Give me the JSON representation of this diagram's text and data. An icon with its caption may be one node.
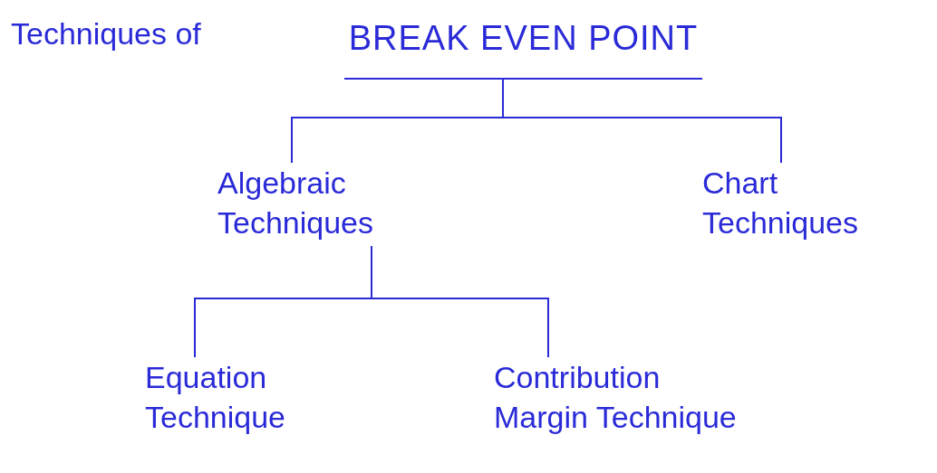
{
  "diagram": {
    "nodes": [
      {
        "text": [
          "BREAK EVEN POINT"
        ]
      },
      {
        "text": [
          "Algebraic Techniques"
        ]
      },
      {
        "text": [
          "Chart Techniques"
        ]
      },
      {
        "text": [
          "Equation Technique"
        ]
      },
      {
        "text": [
          "Contribution Margin Technique"
        ]
      }
    ],
    "edges": [
      {
        "from": 0,
        "to": 1,
        "arrow": "none"
      },
      {
        "from": 0,
        "to": 2,
        "arrow": "none"
      },
      {
        "from": 1,
        "to": 3,
        "arrow": "none"
      },
      {
        "from": 1,
        "to": 4,
        "arrow": "none"
      }
    ],
    "labels": [
      "Techniques of"
    ]
  }
}
